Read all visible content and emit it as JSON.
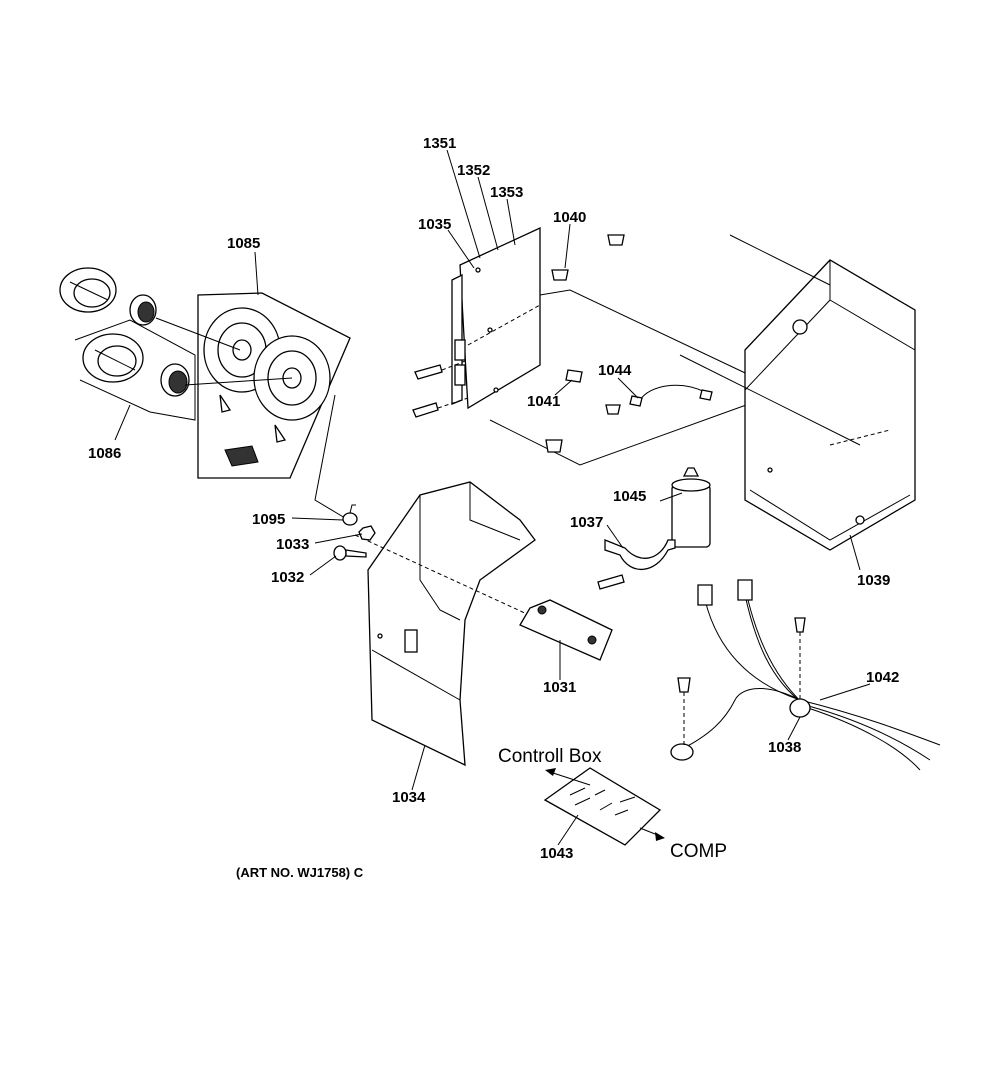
{
  "labels": {
    "l1351": "1351",
    "l1352": "1352",
    "l1353": "1353",
    "l1035": "1035",
    "l1040": "1040",
    "l1085": "1085",
    "l1086": "1086",
    "l1044": "1044",
    "l1041": "1041",
    "l1045": "1045",
    "l1037": "1037",
    "l1039": "1039",
    "l1095": "1095",
    "l1033": "1033",
    "l1032": "1032",
    "l1031": "1031",
    "l1042": "1042",
    "l1038": "1038",
    "l1034": "1034",
    "l1043": "1043"
  },
  "callouts": {
    "controll_box": "Controll Box",
    "comp": "COMP"
  },
  "art_number": "(ART NO. WJ1758) C"
}
